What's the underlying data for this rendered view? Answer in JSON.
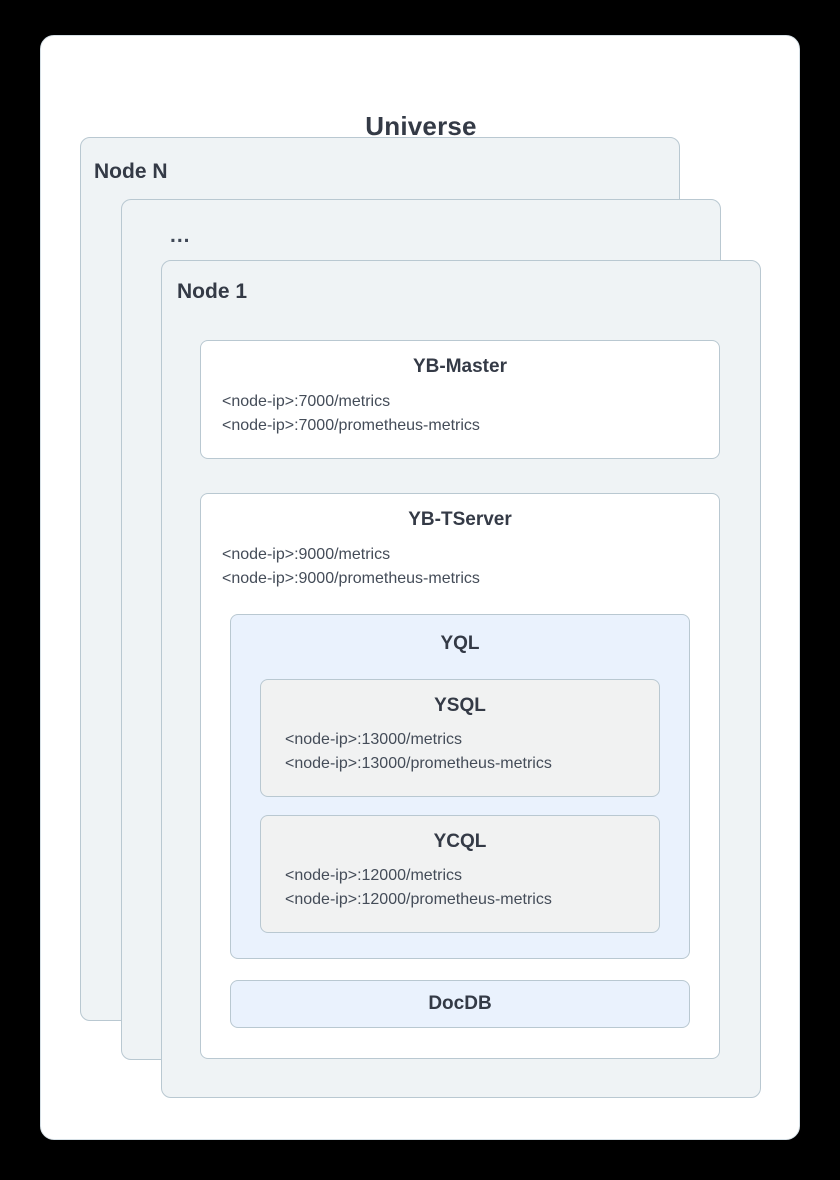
{
  "diagram": {
    "title": "Universe",
    "nodes": {
      "node_n_label": "Node N",
      "ellipsis_label": "...",
      "node_1_label": "Node 1"
    },
    "components": {
      "yb_master": {
        "title": "YB-Master",
        "endpoints": [
          "<node-ip>:7000/metrics",
          "<node-ip>:7000/prometheus-metrics"
        ]
      },
      "yb_tserver": {
        "title": "YB-TServer",
        "endpoints": [
          "<node-ip>:9000/metrics",
          "<node-ip>:9000/prometheus-metrics"
        ]
      },
      "yql": {
        "title": "YQL"
      },
      "ysql": {
        "title": "YSQL",
        "endpoints": [
          "<node-ip>:13000/metrics",
          "<node-ip>:13000/prometheus-metrics"
        ]
      },
      "ycql": {
        "title": "YCQL",
        "endpoints": [
          "<node-ip>:12000/metrics",
          "<node-ip>:12000/prometheus-metrics"
        ]
      },
      "docdb": {
        "title": "DocDB"
      }
    }
  },
  "colors": {
    "page_background": "#000000",
    "universe_card_background": "#ffffff",
    "node_card_background": "#eff3f5",
    "node_card_border": "#b9c8d1",
    "service_box_background": "#ffffff",
    "yql_background": "#eaf2fd",
    "api_box_background": "#f1f2f2",
    "docdb_background": "#eaf2fd",
    "title_text": "#343a46",
    "endpoint_text": "#444c58"
  }
}
